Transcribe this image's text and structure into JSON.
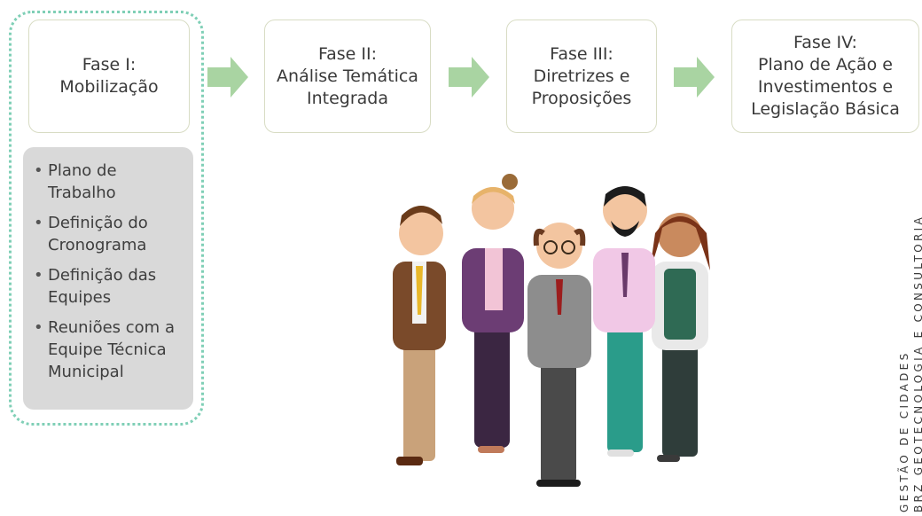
{
  "phases": [
    {
      "label": "Fase I:\nMobilização"
    },
    {
      "label": "Fase II:\nAnálise Temática\nIntegrada"
    },
    {
      "label": "Fase III:\nDiretrizes e\nProposições"
    },
    {
      "label": "Fase IV:\nPlano de Ação e\nInvestimentos e\nLegislação Básica"
    }
  ],
  "phase1_tasks": [
    "Plano de Trabalho",
    "Definição do Cronograma",
    "Definição das Equipes",
    "Reuniões com a Equipe Técnica Municipal"
  ],
  "side_text": {
    "line1": "GESTÃO DE CIDADES",
    "line2": "BRZ GEOTECNOLOGIA E CONSULTORIA"
  },
  "colors": {
    "arrow": "#a9d4a2",
    "highlight_border": "#7fcfb6",
    "task_box": "#d9d9d9",
    "phase_border": "#d8dcc4"
  },
  "icons": [
    "arrow-right-icon",
    "team-illustration"
  ]
}
